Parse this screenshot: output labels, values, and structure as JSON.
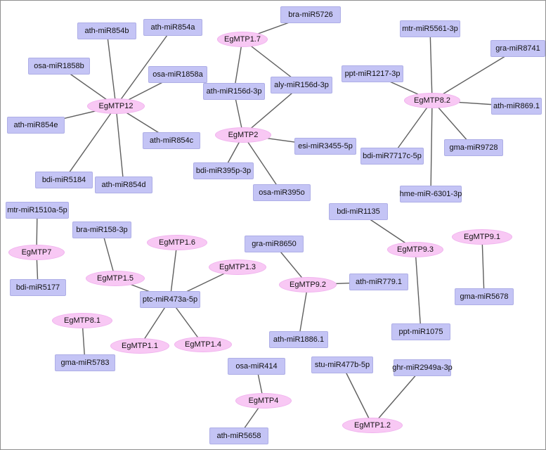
{
  "colors": {
    "mirna_fill": "#c4c4f5",
    "gene_fill": "#f8c8f4",
    "edge": "#5f5f5f",
    "border": "#8f8f8f",
    "background": "#ffffff"
  },
  "genes": [
    {
      "id": "EgMTP12",
      "label": "EgMTP12"
    },
    {
      "id": "EgMTP1.7",
      "label": "EgMTP1.7"
    },
    {
      "id": "EgMTP2",
      "label": "EgMTP2"
    },
    {
      "id": "EgMTP8.2",
      "label": "EgMTP8.2"
    },
    {
      "id": "EgMTP7",
      "label": "EgMTP7"
    },
    {
      "id": "EgMTP1.6",
      "label": "EgMTP1.6"
    },
    {
      "id": "EgMTP1.3",
      "label": "EgMTP1.3"
    },
    {
      "id": "EgMTP1.5",
      "label": "EgMTP1.5"
    },
    {
      "id": "EgMTP1.1",
      "label": "EgMTP1.1"
    },
    {
      "id": "EgMTP1.4",
      "label": "EgMTP1.4"
    },
    {
      "id": "EgMTP9.2",
      "label": "EgMTP9.2"
    },
    {
      "id": "EgMTP9.3",
      "label": "EgMTP9.3"
    },
    {
      "id": "EgMTP9.1",
      "label": "EgMTP9.1"
    },
    {
      "id": "EgMTP8.1",
      "label": "EgMTP8.1"
    },
    {
      "id": "EgMTP4",
      "label": "EgMTP4"
    },
    {
      "id": "EgMTP1.2",
      "label": "EgMTP1.2"
    }
  ],
  "mirnas": [
    {
      "id": "ath-miR854b",
      "label": "ath-miR854b"
    },
    {
      "id": "ath-miR854a",
      "label": "ath-miR854a"
    },
    {
      "id": "osa-miR1858b",
      "label": "osa-miR1858b"
    },
    {
      "id": "osa-miR1858a",
      "label": "osa-miR1858a"
    },
    {
      "id": "ath-miR854e",
      "label": "ath-miR854e"
    },
    {
      "id": "ath-miR854c",
      "label": "ath-miR854c"
    },
    {
      "id": "bdi-miR5184",
      "label": "bdi-miR5184"
    },
    {
      "id": "ath-miR854d",
      "label": "ath-miR854d"
    },
    {
      "id": "bra-miR5726",
      "label": "bra-miR5726"
    },
    {
      "id": "ath-miR156d-3p",
      "label": "ath-miR156d-3p"
    },
    {
      "id": "aly-miR156d-3p",
      "label": "aly-miR156d-3p"
    },
    {
      "id": "esi-miR3455-5p",
      "label": "esi-miR3455-5p"
    },
    {
      "id": "bdi-miR395p-3p",
      "label": "bdi-miR395p-3p"
    },
    {
      "id": "osa-miR395o",
      "label": "osa-miR395o"
    },
    {
      "id": "mtr-miR5561-3p",
      "label": "mtr-miR5561-3p"
    },
    {
      "id": "gra-miR8741",
      "label": "gra-miR8741"
    },
    {
      "id": "ppt-miR1217-3p",
      "label": "ppt-miR1217-3p"
    },
    {
      "id": "ath-miR869.1",
      "label": "ath-miR869.1"
    },
    {
      "id": "bdi-miR7717c-5p",
      "label": "bdi-miR7717c-5p"
    },
    {
      "id": "gma-miR9728",
      "label": "gma-miR9728"
    },
    {
      "id": "hme-miR-6301-3p",
      "label": "hme-miR-6301-3p"
    },
    {
      "id": "mtr-miR1510a-5p",
      "label": "mtr-miR1510a-5p"
    },
    {
      "id": "bdi-miR5177",
      "label": "bdi-miR5177"
    },
    {
      "id": "bra-miR158-3p",
      "label": "bra-miR158-3p"
    },
    {
      "id": "ptc-miR473a-5p",
      "label": "ptc-miR473a-5p"
    },
    {
      "id": "gra-miR8650",
      "label": "gra-miR8650"
    },
    {
      "id": "ath-miR779.1",
      "label": "ath-miR779.1"
    },
    {
      "id": "ath-miR1886.1",
      "label": "ath-miR1886.1"
    },
    {
      "id": "bdi-miR1135",
      "label": "bdi-miR1135"
    },
    {
      "id": "ppt-miR1075",
      "label": "ppt-miR1075"
    },
    {
      "id": "gma-miR5678",
      "label": "gma-miR5678"
    },
    {
      "id": "gma-miR5783",
      "label": "gma-miR5783"
    },
    {
      "id": "osa-miR414",
      "label": "osa-miR414"
    },
    {
      "id": "ath-miR5658",
      "label": "ath-miR5658"
    },
    {
      "id": "stu-miR477b-5p",
      "label": "stu-miR477b-5p"
    },
    {
      "id": "ghr-miR2949a-3p",
      "label": "ghr-miR2949a-3p"
    }
  ],
  "edges": [
    [
      "EgMTP12",
      "ath-miR854b"
    ],
    [
      "EgMTP12",
      "ath-miR854a"
    ],
    [
      "EgMTP12",
      "osa-miR1858b"
    ],
    [
      "EgMTP12",
      "osa-miR1858a"
    ],
    [
      "EgMTP12",
      "ath-miR854e"
    ],
    [
      "EgMTP12",
      "ath-miR854c"
    ],
    [
      "EgMTP12",
      "bdi-miR5184"
    ],
    [
      "EgMTP12",
      "ath-miR854d"
    ],
    [
      "EgMTP1.7",
      "bra-miR5726"
    ],
    [
      "EgMTP1.7",
      "ath-miR156d-3p"
    ],
    [
      "EgMTP1.7",
      "aly-miR156d-3p"
    ],
    [
      "EgMTP2",
      "ath-miR156d-3p"
    ],
    [
      "EgMTP2",
      "aly-miR156d-3p"
    ],
    [
      "EgMTP2",
      "esi-miR3455-5p"
    ],
    [
      "EgMTP2",
      "bdi-miR395p-3p"
    ],
    [
      "EgMTP2",
      "osa-miR395o"
    ],
    [
      "EgMTP8.2",
      "mtr-miR5561-3p"
    ],
    [
      "EgMTP8.2",
      "gra-miR8741"
    ],
    [
      "EgMTP8.2",
      "ppt-miR1217-3p"
    ],
    [
      "EgMTP8.2",
      "ath-miR869.1"
    ],
    [
      "EgMTP8.2",
      "bdi-miR7717c-5p"
    ],
    [
      "EgMTP8.2",
      "gma-miR9728"
    ],
    [
      "EgMTP8.2",
      "hme-miR-6301-3p"
    ],
    [
      "EgMTP7",
      "mtr-miR1510a-5p"
    ],
    [
      "EgMTP7",
      "bdi-miR5177"
    ],
    [
      "EgMTP1.5",
      "bra-miR158-3p"
    ],
    [
      "EgMTP1.5",
      "ptc-miR473a-5p"
    ],
    [
      "EgMTP1.6",
      "ptc-miR473a-5p"
    ],
    [
      "EgMTP1.3",
      "ptc-miR473a-5p"
    ],
    [
      "EgMTP1.1",
      "ptc-miR473a-5p"
    ],
    [
      "EgMTP1.4",
      "ptc-miR473a-5p"
    ],
    [
      "EgMTP9.2",
      "gra-miR8650"
    ],
    [
      "EgMTP9.2",
      "ath-miR779.1"
    ],
    [
      "EgMTP9.2",
      "ath-miR1886.1"
    ],
    [
      "EgMTP9.3",
      "bdi-miR1135"
    ],
    [
      "EgMTP9.3",
      "ppt-miR1075"
    ],
    [
      "EgMTP9.1",
      "gma-miR5678"
    ],
    [
      "EgMTP8.1",
      "gma-miR5783"
    ],
    [
      "EgMTP4",
      "osa-miR414"
    ],
    [
      "EgMTP4",
      "ath-miR5658"
    ],
    [
      "EgMTP1.2",
      "stu-miR477b-5p"
    ],
    [
      "EgMTP1.2",
      "ghr-miR2949a-3p"
    ]
  ]
}
